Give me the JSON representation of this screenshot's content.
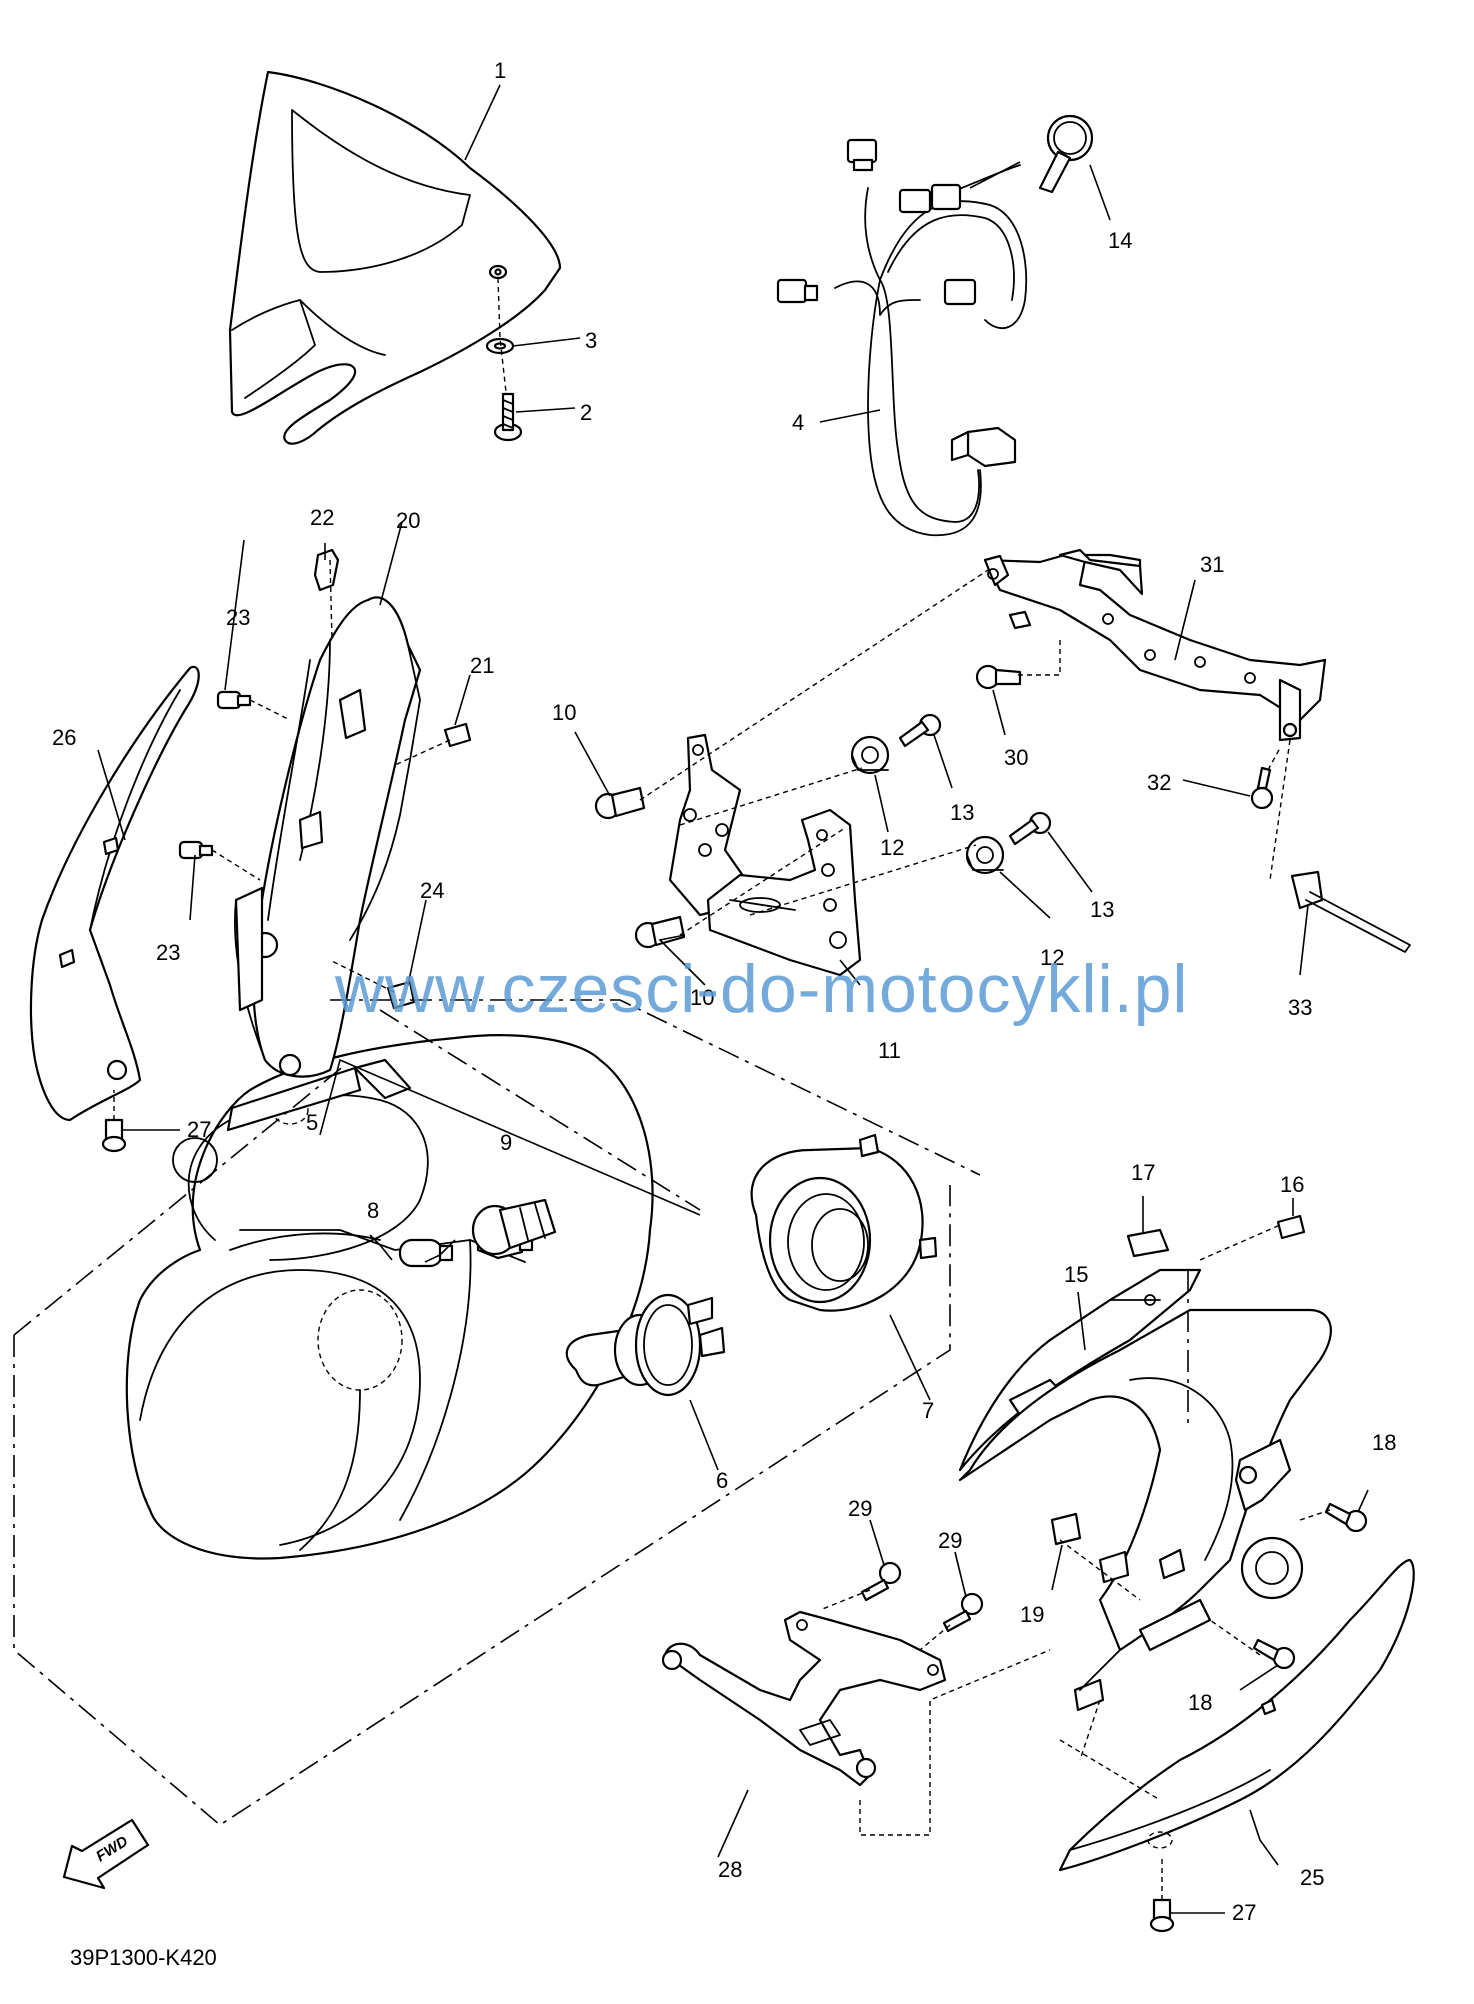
{
  "diagram": {
    "code": "39P1300-K420",
    "watermark": "www.czesci-do-motocykli.pl",
    "fwd_label": "FWD",
    "callouts": [
      {
        "id": "c1",
        "label": "1"
      },
      {
        "id": "c2",
        "label": "2"
      },
      {
        "id": "c3",
        "label": "3"
      },
      {
        "id": "c4",
        "label": "4"
      },
      {
        "id": "c5",
        "label": "5"
      },
      {
        "id": "c6",
        "label": "6"
      },
      {
        "id": "c7",
        "label": "7"
      },
      {
        "id": "c8",
        "label": "8"
      },
      {
        "id": "c9",
        "label": "9"
      },
      {
        "id": "c10a",
        "label": "10"
      },
      {
        "id": "c10b",
        "label": "10"
      },
      {
        "id": "c11",
        "label": "11"
      },
      {
        "id": "c12a",
        "label": "12"
      },
      {
        "id": "c12b",
        "label": "12"
      },
      {
        "id": "c13a",
        "label": "13"
      },
      {
        "id": "c13b",
        "label": "13"
      },
      {
        "id": "c14",
        "label": "14"
      },
      {
        "id": "c15",
        "label": "15"
      },
      {
        "id": "c16",
        "label": "16"
      },
      {
        "id": "c17",
        "label": "17"
      },
      {
        "id": "c18a",
        "label": "18"
      },
      {
        "id": "c18b",
        "label": "18"
      },
      {
        "id": "c19",
        "label": "19"
      },
      {
        "id": "c20",
        "label": "20"
      },
      {
        "id": "c21",
        "label": "21"
      },
      {
        "id": "c22",
        "label": "22"
      },
      {
        "id": "c23a",
        "label": "23"
      },
      {
        "id": "c23b",
        "label": "23"
      },
      {
        "id": "c24",
        "label": "24"
      },
      {
        "id": "c25",
        "label": "25"
      },
      {
        "id": "c26",
        "label": "26"
      },
      {
        "id": "c27a",
        "label": "27"
      },
      {
        "id": "c27b",
        "label": "27"
      },
      {
        "id": "c28",
        "label": "28"
      },
      {
        "id": "c29a",
        "label": "29"
      },
      {
        "id": "c29b",
        "label": "29"
      },
      {
        "id": "c30",
        "label": "30"
      },
      {
        "id": "c31",
        "label": "31"
      },
      {
        "id": "c32",
        "label": "32"
      },
      {
        "id": "c33",
        "label": "33"
      }
    ]
  }
}
